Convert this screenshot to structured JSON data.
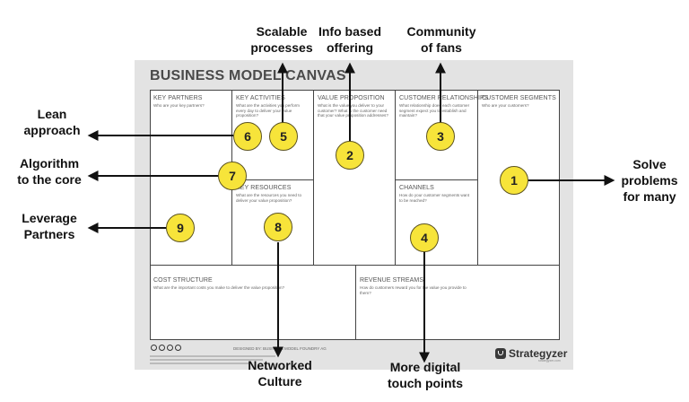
{
  "canvas": {
    "title": "BUSINESS MODEL CANVAS",
    "blocks": {
      "key_partners": {
        "title": "KEY PARTNERS",
        "question": "Who are your key partners?"
      },
      "key_activities": {
        "title": "KEY ACTIVITIES",
        "question": "What are the activities you perform every day to deliver your value proposition?"
      },
      "key_resources": {
        "title": "KEY RESOURCES",
        "question": "What are the resources you need to deliver your value proposition?"
      },
      "value_proposition": {
        "title": "VALUE PROPOSITION",
        "question": "What is the value you deliver to your customer? What is the customer need that your value proposition addresses?"
      },
      "customer_relationships": {
        "title": "CUSTOMER RELATIONSHIPS",
        "question": "What relationship does each customer segment expect you to establish and maintain?"
      },
      "channels": {
        "title": "CHANNELS",
        "question": "How do your customer segments want to be reached?"
      },
      "customer_segments": {
        "title": "CUSTOMER SEGMENTS",
        "question": "Who are your customers?"
      },
      "cost_structure": {
        "title": "COST STRUCTURE",
        "question": "What are the important costs you make to deliver the value proposition?"
      },
      "revenue_streams": {
        "title": "REVENUE STREAMS",
        "question": "How do customers reward you for the value you provide to them?"
      }
    },
    "footer": {
      "designed_by": "DESIGNED BY: BUSINESS MODEL FOUNDRY AG",
      "brand": "Strategyzer",
      "brand_url": "strategyzer.com"
    }
  },
  "markers": [
    {
      "number": "1",
      "label": "Solve\nproblems\nfor many"
    },
    {
      "number": "2",
      "label": "Info based\noffering"
    },
    {
      "number": "3",
      "label": "Community\nof fans"
    },
    {
      "number": "4",
      "label": "More digital\ntouch points"
    },
    {
      "number": "5",
      "label": "Scalable\nprocesses"
    },
    {
      "number": "6",
      "label": "Lean\napproach"
    },
    {
      "number": "7",
      "label": "Algorithm\nto the core"
    },
    {
      "number": "8",
      "label": "Networked\nCulture"
    },
    {
      "number": "9",
      "label": "Leverage\nPartners"
    }
  ],
  "colors": {
    "marker_fill": "#f7e43a",
    "panel": "#e3e3e3",
    "grid_lines": "#444444"
  }
}
